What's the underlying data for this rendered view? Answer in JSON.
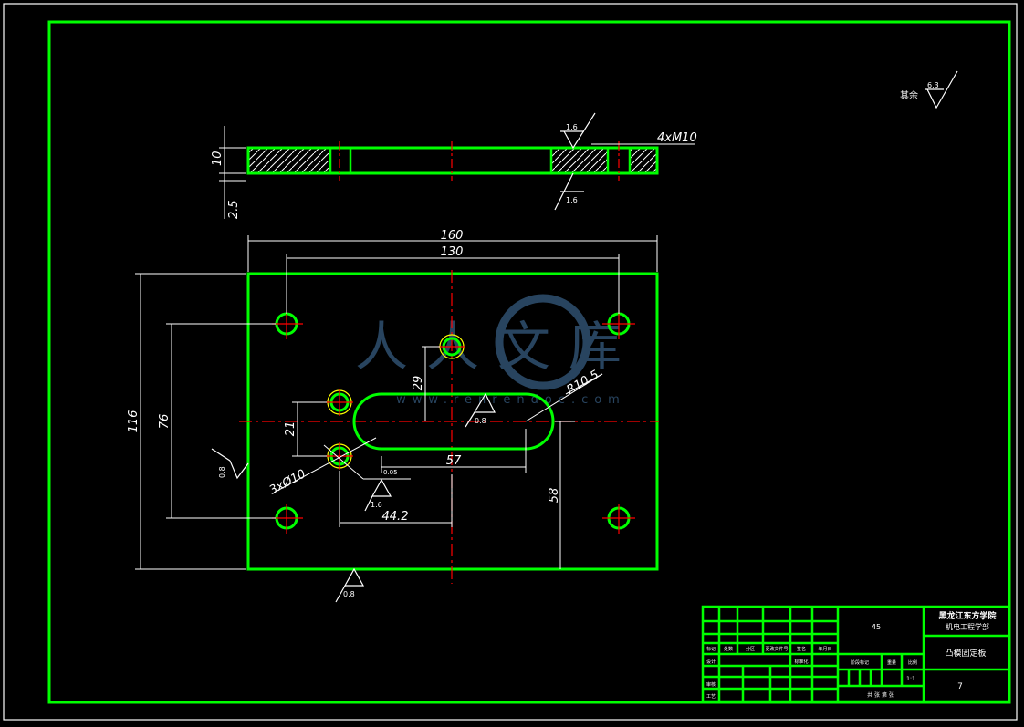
{
  "colors": {
    "background": "#000000",
    "outline": "#00ff00",
    "dimension": "#ffffff",
    "centerline": "#ff0000",
    "highlight": "#ffff00",
    "watermark": "#2f5070"
  },
  "section_view": {
    "dims": {
      "thickness": "10",
      "step": "2.5"
    },
    "thread_callout": "4xM10",
    "roughness": [
      "1.6",
      "1.6"
    ]
  },
  "plan_view": {
    "dims": {
      "overall_width": "160",
      "hole_pitch_x": "130",
      "overall_height": "116",
      "hole_pitch_y": "76",
      "slot_offset": "29",
      "pin_offset": "21",
      "slot_length": "57",
      "slot_center_y": "58",
      "pin_to_center": "44.2",
      "slot_radius": "R10.5",
      "hole_callout": "3xØ10"
    },
    "roughness": {
      "left": "0.8",
      "slot": "0.8",
      "bottom": "0.8",
      "hole": "1.6",
      "small_note": "0.05"
    }
  },
  "corner_roughness": {
    "label": "其余",
    "value": "6.3"
  },
  "watermark": {
    "text": "人人文库",
    "url": "www.renrendoc.com"
  },
  "title_block": {
    "material": "45",
    "school": [
      "黑龙江东方学院",
      "机电工程学部"
    ],
    "part_name": "凸模固定板",
    "drawing_no": "7",
    "scale": "1:1",
    "header_labels": [
      "标记",
      "处数",
      "分区",
      "更改文件号",
      "签名",
      "年月日"
    ],
    "row_labels": [
      "设计",
      "标准化",
      "审核",
      "工艺"
    ],
    "stage_label": "阶段标记",
    "weight_label": "重量",
    "scale_label": "比例",
    "sheet_note": "共 张 第 张"
  }
}
